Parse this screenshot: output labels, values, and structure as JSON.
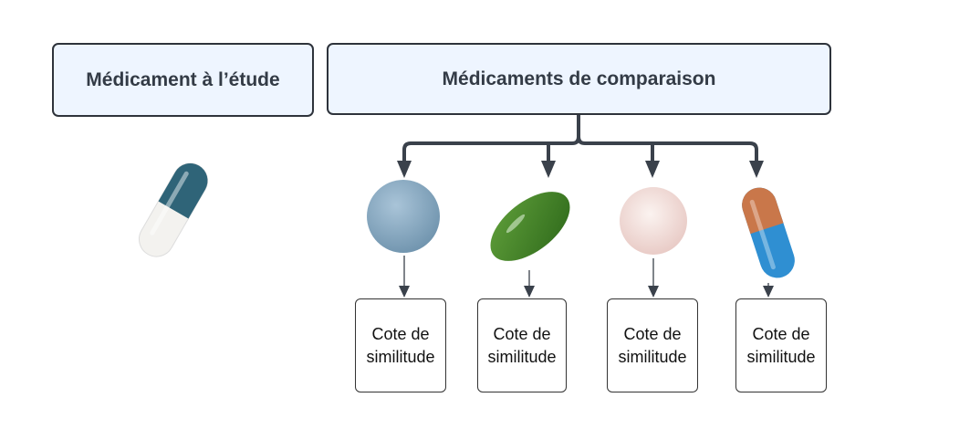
{
  "study_drug": {
    "label": "Médicament à l’étude",
    "pill": "teal-white-capsule"
  },
  "comparators": {
    "label": "Médicaments de comparaison",
    "items": [
      {
        "pill": "blue-round-tablet",
        "score_line1": "Cote de",
        "score_line2": "similitude"
      },
      {
        "pill": "green-oval-softgel",
        "score_line1": "Cote de",
        "score_line2": "similitude"
      },
      {
        "pill": "pink-round-tablet",
        "score_line1": "Cote de",
        "score_line2": "similitude"
      },
      {
        "pill": "orange-blue-capsule",
        "score_line1": "Cote de",
        "score_line2": "similitude"
      }
    ]
  },
  "colors": {
    "header_fill": "#eef5ff",
    "connector": "#3a414b"
  }
}
